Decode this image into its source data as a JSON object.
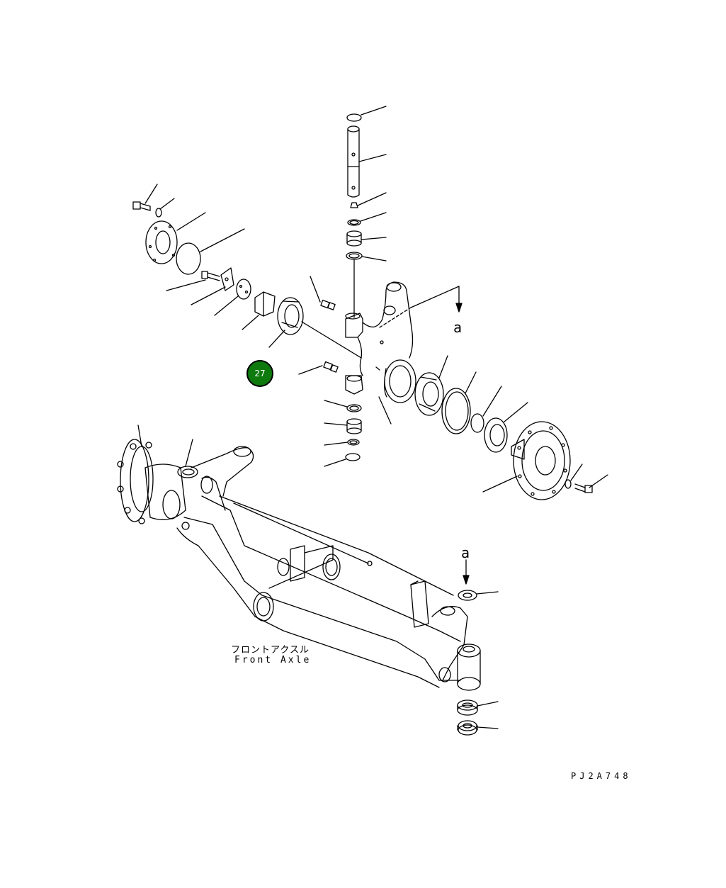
{
  "diagram": {
    "view_label": "a",
    "axle_label_jp": "フロントアクスル",
    "axle_label_en": "Front Axle",
    "drawing_id": "PJ2A748",
    "callouts": [
      {
        "number": "27"
      }
    ]
  },
  "colors": {
    "line": "#000000",
    "callout_fill": "#0e7a0e",
    "callout_text": "#ffffff",
    "background": "#ffffff"
  }
}
